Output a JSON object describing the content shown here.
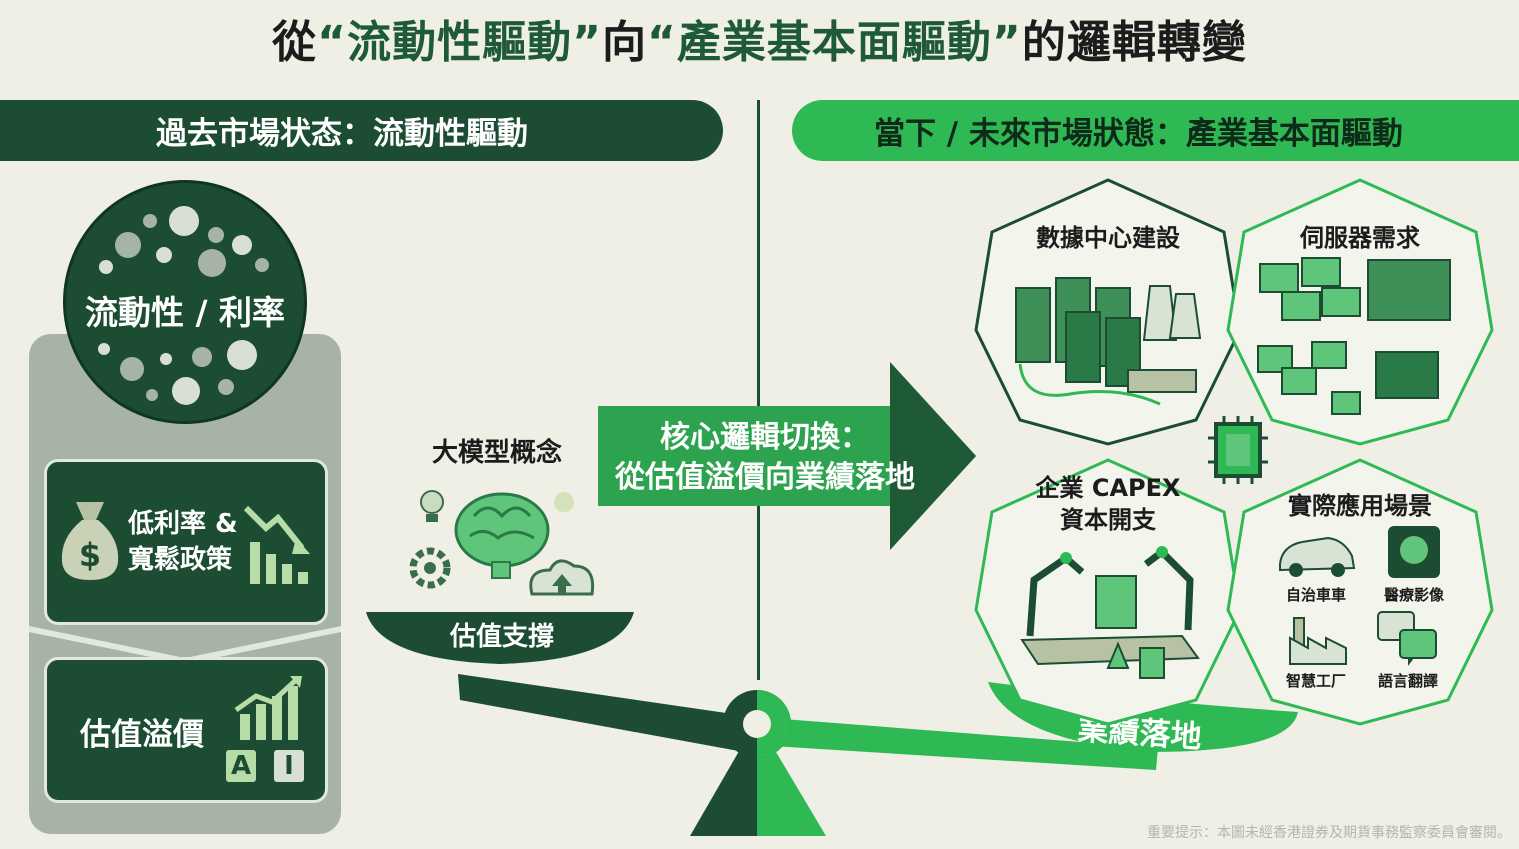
{
  "title": {
    "prefix": "從",
    "quote1": "“流動性驅動”",
    "middle": "向",
    "quote2": "“產業基本面驅動”",
    "suffix": "的邏輯轉變"
  },
  "left_banner": "過去市場状态：流動性驅動",
  "right_banner": "當下 / 未來市場狀態：產業基本面驅動",
  "left": {
    "circle_label": "流動性 / 利率",
    "card1_line1": "低利率 &",
    "card1_line2": "寬鬆政策",
    "card2_label": "估值溢價",
    "ai_letter_a": "A",
    "ai_letter_i": "I"
  },
  "center": {
    "big_model": "大模型概念",
    "scale_left": "估值支撐",
    "arrow_line1": "核心邏輯切換：",
    "arrow_line2": "從估值溢價向業績落地",
    "scale_right": "業績落地"
  },
  "right": {
    "hex1": "數據中心建設",
    "hex2": "伺服器需求",
    "hex3_line1": "企業 CAPEX",
    "hex3_line2": "資本開支",
    "hex4": "實際應用場景",
    "apps": {
      "auto": "自治車車",
      "medical": "醫療影像",
      "factory": "智慧工厂",
      "translate": "語言翻譯"
    }
  },
  "footnote": "重要提示：本圖未經香港證券及期貨事務監察委員會審閱。",
  "colors": {
    "dark_green": "#1c4d33",
    "bright_green": "#2fb954",
    "background": "#efefe6",
    "panel_grey": "#a7b3a6"
  }
}
